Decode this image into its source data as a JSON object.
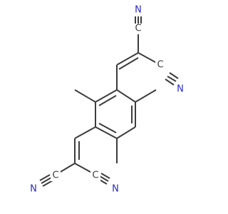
{
  "structure": {
    "atoms": [
      {
        "id": "n1",
        "element": "N",
        "label": "N",
        "color": "#2a2ac8"
      },
      {
        "id": "c1",
        "element": "C",
        "label": "C",
        "color": "#3c3c3c"
      },
      {
        "id": "n2",
        "element": "N",
        "label": "N",
        "color": "#2a2ac8"
      },
      {
        "id": "c2",
        "element": "C",
        "label": "C",
        "color": "#3c3c3c"
      },
      {
        "id": "n3",
        "element": "N",
        "label": "N",
        "color": "#2a2ac8"
      },
      {
        "id": "c3",
        "element": "C",
        "label": "C",
        "color": "#3c3c3c"
      },
      {
        "id": "n4",
        "element": "N",
        "label": "N",
        "color": "#2a2ac8"
      },
      {
        "id": "c4",
        "element": "C",
        "label": "C",
        "color": "#3c3c3c"
      }
    ],
    "bond_color": "#3c3c3c"
  }
}
